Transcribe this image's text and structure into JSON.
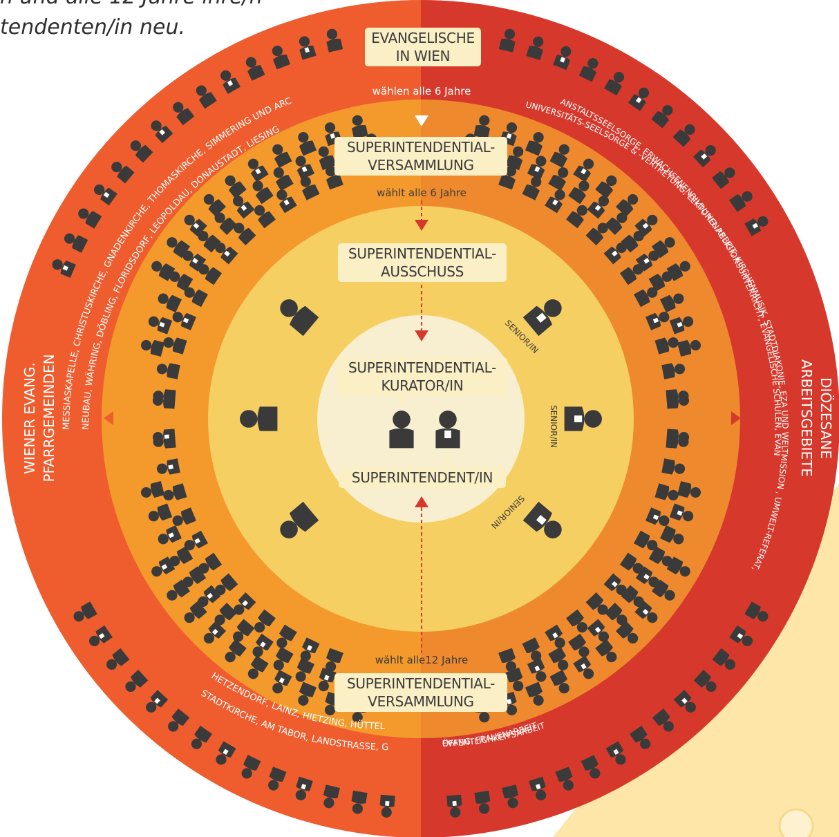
{
  "intro": {
    "line1": "n und alle 12 Jahre ihre/n",
    "line2": "tendenten/in neu."
  },
  "top_box": {
    "line1": "EVANGELISCHE",
    "line2": "IN WIEN"
  },
  "elect_6_plural": "wählen alle 6 Jahre",
  "versammlung_top": {
    "line1": "SUPERINTENDENTIAL-",
    "line2": "VERSAMMLUNG"
  },
  "elect_6_singular": "wählt alle 6 Jahre",
  "ausschuss": {
    "line1": "SUPERINTENDENTIAL-",
    "line2": "AUSSCHUSS"
  },
  "kurator": {
    "line1": "SUPERINTENDENTIAL-",
    "line2": "KURATOR/IN"
  },
  "superintendent": "SUPERINTENDENT/IN",
  "elect_12": "wählt alle12 Jahre",
  "versammlung_bottom": {
    "line1": "SUPERINTENDENTIAL-",
    "line2": "VERSAMMLUNG"
  },
  "left_title": {
    "line1": "WIENER EVANG.",
    "line2": "PFARRGEMEINDEN"
  },
  "right_title": {
    "line1": "DIÖZESANE",
    "line2": "ARBEITSGEBIETE"
  },
  "senior_label": "SENIOR/IN",
  "parishes_upper_1": "MESSIASKAPELLE, CHRISTUSKIRCHE, GNADENKIRCHE, THOMASKIRCHE, SIMMERING UND ARCHE",
  "parishes_upper_2": "NEUBAU, WÄHRING, DÖBLING, FLORIDSDORF, LEOPOLDAU, DONAUSTADT, LIESING",
  "parishes_lower_1": "STADTKIRCHE, AM TABOR, LANDSTRASSE, GUMPENDORF,",
  "parishes_lower_2": "HETZENDORF, LAINZ, HIETZING, HÜTTELDORF, OTTAKRING,",
  "areas_upper_1": "ANSTALTSSEELSORGE, ERWACHSENENBILDUNG, RELIGIONSUNTERRICHT, EVANGELISCHE SCHULEN, EVANG. JUGENDARBEIT,",
  "areas_upper_2": "UNIVERSITÄTS-SEELSORGE & -VERTRETUNG, LEKTORENARBEIT, KIRCHENMUSIK, STADTDIAKONIE, EZA UND WELTMISSION , UMWELT-REFERAT,",
  "areas_lower_1": "EVANG. FRAUENARBEIT,",
  "areas_lower_2": "ÖFFENTLICHKEITSARBEIT",
  "colors": {
    "ring_left": "#ef5c2e",
    "ring_right": "#d6392c",
    "orange": "#f39a2e",
    "yellow": "#f6cf62",
    "cream": "#f8efd0",
    "figure": "#3a3a3a",
    "arrow": "#d6392c",
    "box": "#fbefc6"
  }
}
